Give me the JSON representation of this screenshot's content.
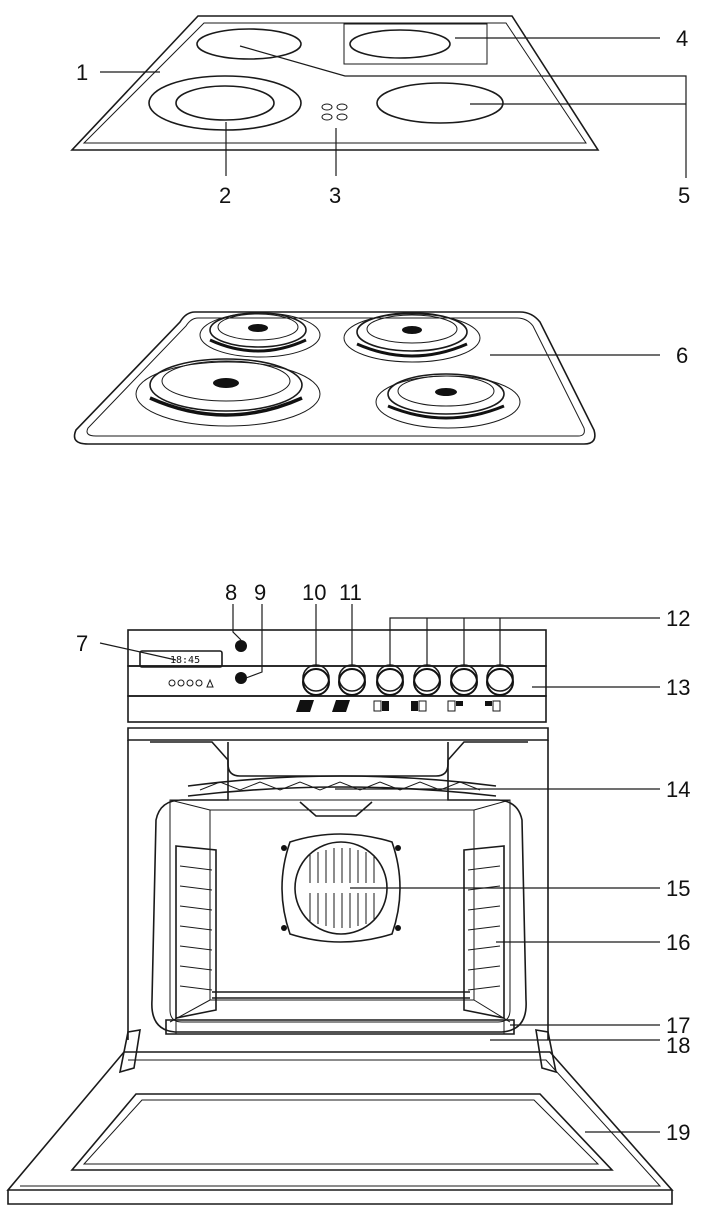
{
  "callouts": {
    "c1": "1",
    "c2": "2",
    "c3": "3",
    "c4": "4",
    "c5": "5",
    "c6": "6",
    "c7": "7",
    "c8": "8",
    "c9": "9",
    "c10": "10",
    "c11": "11",
    "c12": "12",
    "c13": "13",
    "c14": "14",
    "c15": "15",
    "c16": "16",
    "c17": "17",
    "c18": "18",
    "c19": "19"
  },
  "control_panel": {
    "clock_display": "18:45"
  },
  "colors": {
    "ink": "#1a1a1a",
    "background": "#ffffff"
  }
}
